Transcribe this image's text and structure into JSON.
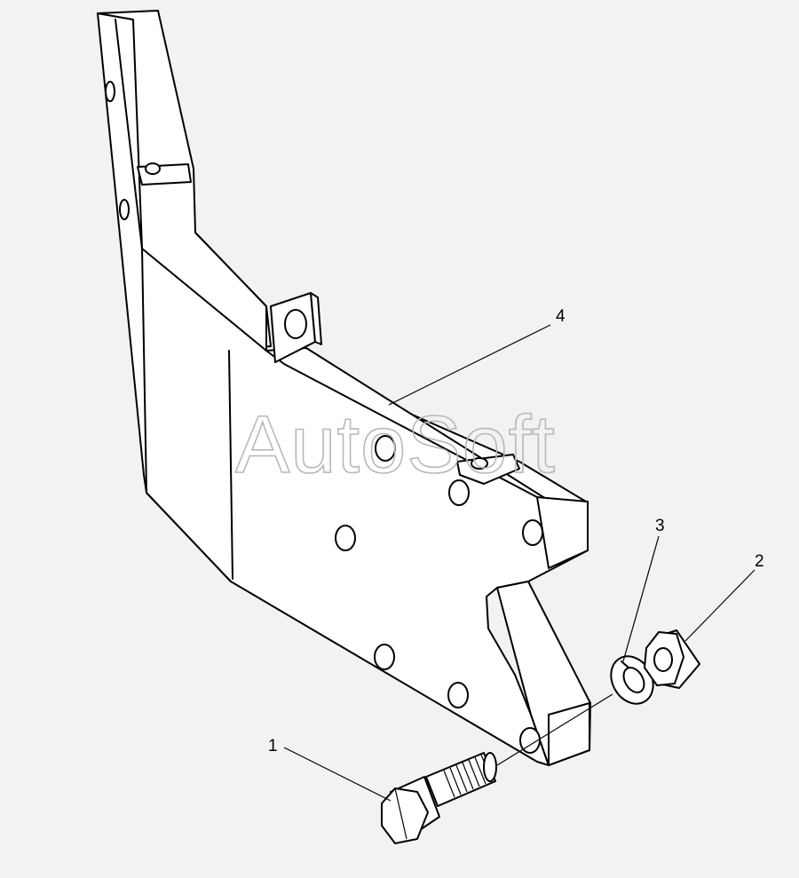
{
  "diagram": {
    "watermark": "AutoSoft",
    "callouts": [
      {
        "id": "callout-1",
        "label": "1"
      },
      {
        "id": "callout-2",
        "label": "2"
      },
      {
        "id": "callout-3",
        "label": "3"
      },
      {
        "id": "callout-4",
        "label": "4"
      }
    ]
  }
}
